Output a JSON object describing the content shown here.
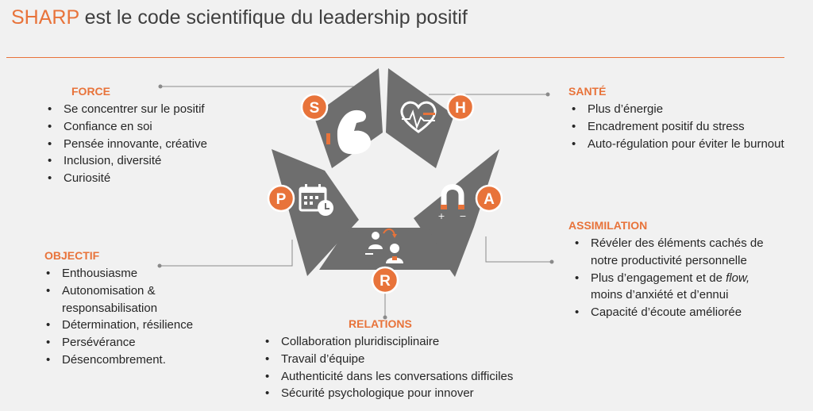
{
  "title": {
    "accent": "SHARP",
    "rest": " est le code scientifique du leadership positif"
  },
  "colors": {
    "accent": "#e8733a",
    "segment": "#6e6e6e",
    "icon": "#ffffff",
    "background": "#f1f1f1"
  },
  "letters": {
    "s": "S",
    "h": "H",
    "a": "A",
    "r": "R",
    "p": "P"
  },
  "icons": {
    "s": "flexed-bicep-icon",
    "h": "heart-pulse-icon",
    "a": "magnet-icon",
    "r": "people-exchange-icon",
    "p": "calendar-clock-icon"
  },
  "magnet_signs": {
    "plus": "+",
    "minus": "−"
  },
  "sections": {
    "force": {
      "heading": "FORCE",
      "items": [
        "Se concentrer sur le positif",
        "Confiance en soi",
        "Pensée innovante, créative",
        "Inclusion, diversité",
        "Curiosité"
      ]
    },
    "sante": {
      "heading": "SANTÉ",
      "items": [
        "Plus d’énergie",
        "Encadrement positif du stress",
        "Auto-régulation pour éviter le burnout"
      ]
    },
    "assimilation": {
      "heading": "ASSIMILATION",
      "items": [
        {
          "l1": "Révéler des éléments cachés de",
          "l2": "notre productivité personnelle"
        },
        {
          "l1a": "Plus d’engagement et de ",
          "l1em": "flow,",
          "l2": "moins d’anxiété et d’ennui"
        },
        {
          "l1": "Capacité d’écoute améliorée"
        }
      ]
    },
    "objectif": {
      "heading": "OBJECTIF",
      "items": [
        {
          "l1": " Enthousiasme"
        },
        {
          "l1": "Autonomisation &",
          "l2": "responsabilisation"
        },
        {
          "l1": "Détermination, résilience"
        },
        {
          "l1": "Persévérance"
        },
        {
          "l1": "Désencombrement."
        }
      ]
    },
    "relations": {
      "heading": "RELATIONS",
      "items": [
        "Collaboration pluridisciplinaire",
        "Travail d’équipe",
        "Authenticité dans les conversations difficiles",
        "Sécurité psychologique pour innover"
      ]
    }
  }
}
